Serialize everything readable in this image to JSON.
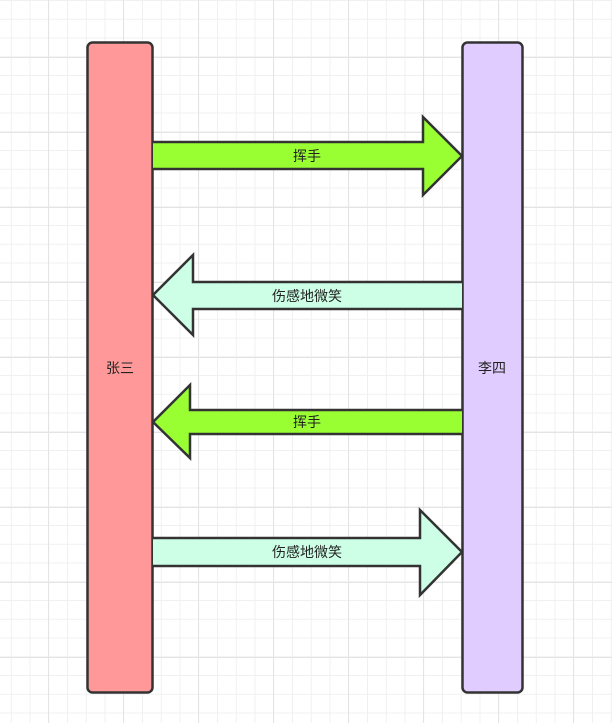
{
  "actors": [
    {
      "name": "张三",
      "color": "#ff9999"
    },
    {
      "name": "李四",
      "color": "#e1ccff"
    }
  ],
  "messages": [
    {
      "label": "挥手",
      "direction": "right",
      "color": "#99ff33"
    },
    {
      "label": "伤感地微笑",
      "direction": "left",
      "color": "#ccffe6"
    },
    {
      "label": "挥手",
      "direction": "left",
      "color": "#99ff33"
    },
    {
      "label": "伤感地微笑",
      "direction": "right",
      "color": "#ccffe6"
    }
  ],
  "stroke_color": "#333333"
}
